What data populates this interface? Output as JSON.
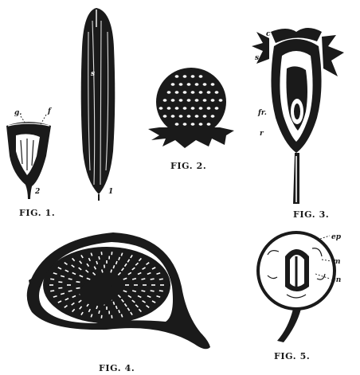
{
  "figures": {
    "fig1": {
      "caption": "FIG. 1.",
      "labels": {
        "g": "g.",
        "f": "f",
        "n2": "2",
        "n1": "1",
        "s": "s"
      }
    },
    "fig2": {
      "caption": "FIG. 2."
    },
    "fig3": {
      "caption": "FIG. 3.",
      "labels": {
        "c": "c",
        "s": "s",
        "fr": "fr.",
        "r": "r"
      }
    },
    "fig4": {
      "caption": "FIG. 4."
    },
    "fig5": {
      "caption": "FIG. 5.",
      "labels": {
        "ep": "ep",
        "m": "m",
        "en": "en"
      }
    }
  },
  "colors": {
    "ink": "#1a1a1a",
    "paper": "#ffffff"
  }
}
